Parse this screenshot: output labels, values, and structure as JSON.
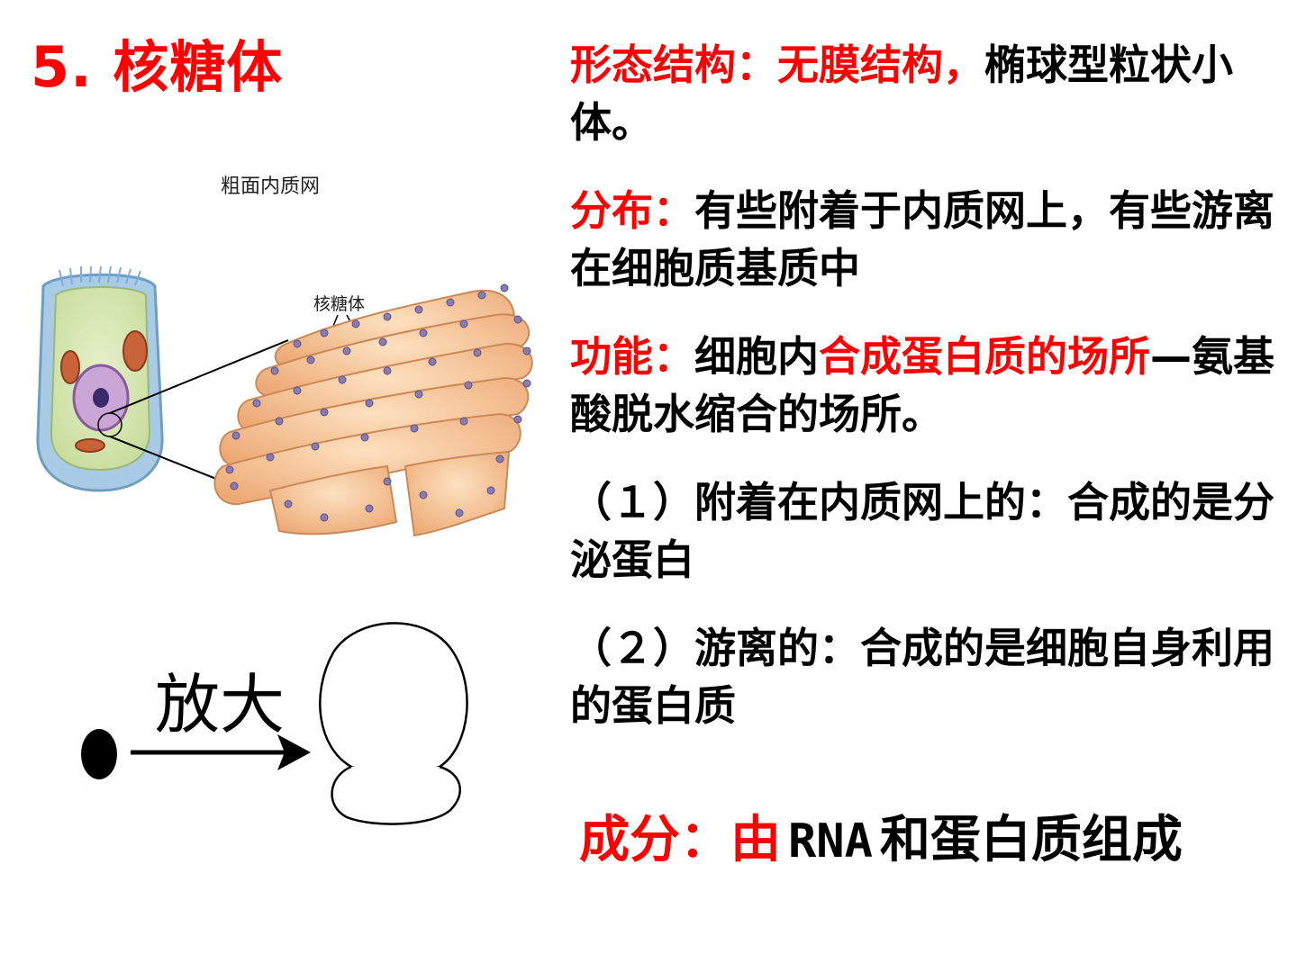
{
  "title": "5. 核糖体",
  "figure": {
    "rough_er_label": "粗面内质网",
    "ribosome_label": "核糖体",
    "enlarge_label": "放大"
  },
  "morphology": {
    "label": "形态结构：",
    "highlight": "无膜结构，",
    "text": "椭球型粒状小体。"
  },
  "distribution": {
    "label": "分布：",
    "text": "有些附着于内质网上，有些游离在细胞质基质中"
  },
  "function": {
    "label": "功能：",
    "text_before": "细胞内",
    "highlight": "合成蛋白质的场所",
    "text_after": "—氨基酸脱水缩合的场所。"
  },
  "bound": {
    "text": "（１）附着在内质网上的：合成的是分泌蛋白"
  },
  "free": {
    "text": "（２）游离的：合成的是细胞自身利用的蛋白质"
  },
  "composition": {
    "label": "成分：由",
    "rna": "RNA",
    "text": "和蛋白质组成"
  },
  "colors": {
    "accent": "#ff0000",
    "text": "#000000",
    "er_fill": "#f5c89a",
    "ribosome_dot": "#8a7bb0"
  }
}
